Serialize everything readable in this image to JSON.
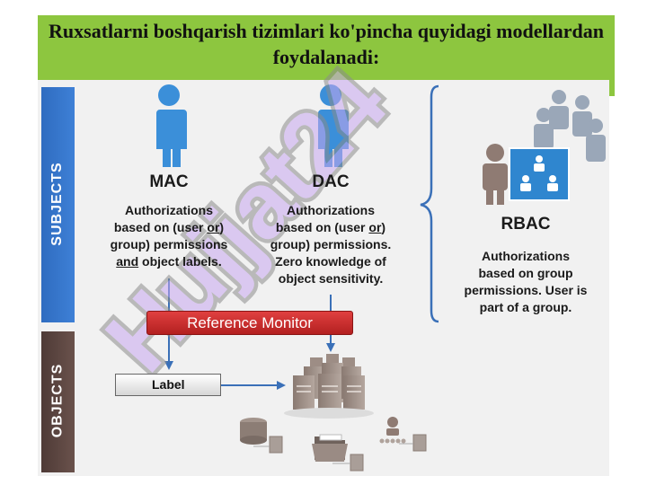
{
  "slide_title": "Ruxsatlarni boshqarish tizimlari ko'pincha quyidagi modellardan foydalanadi:",
  "side_labels": {
    "subjects": "SUBJECTS",
    "objects": "OBJECTS"
  },
  "models": {
    "mac": {
      "name": "MAC",
      "line1": "Authorizations",
      "line2_pre": "based on (user ",
      "line2_u": "or",
      "line3": "group) permissions",
      "line4_u": "and",
      "line4_post": " object labels."
    },
    "dac": {
      "name": "DAC",
      "line1": "Authorizations",
      "line2_pre": "based on (user ",
      "line2_u": "or",
      "line3": "group) permissions.",
      "line4": "Zero knowledge of",
      "line5": "object sensitivity."
    },
    "rbac": {
      "name": "RBAC",
      "line1": "Authorizations",
      "line2": "based on group",
      "line3": "permissions. User is",
      "line4": "part of a group."
    }
  },
  "reference_monitor": "Reference Monitor",
  "label_box": "Label",
  "watermark": "Hujjat24",
  "colors": {
    "title_bg": "#8dc63f",
    "subjects_bar": "#3577cc",
    "objects_bar": "#5a4440",
    "person_blue": "#3b8fd9",
    "reference_monitor": "#c62828",
    "arrow": "#3a70b8",
    "watermark": "#c9a8f0"
  }
}
